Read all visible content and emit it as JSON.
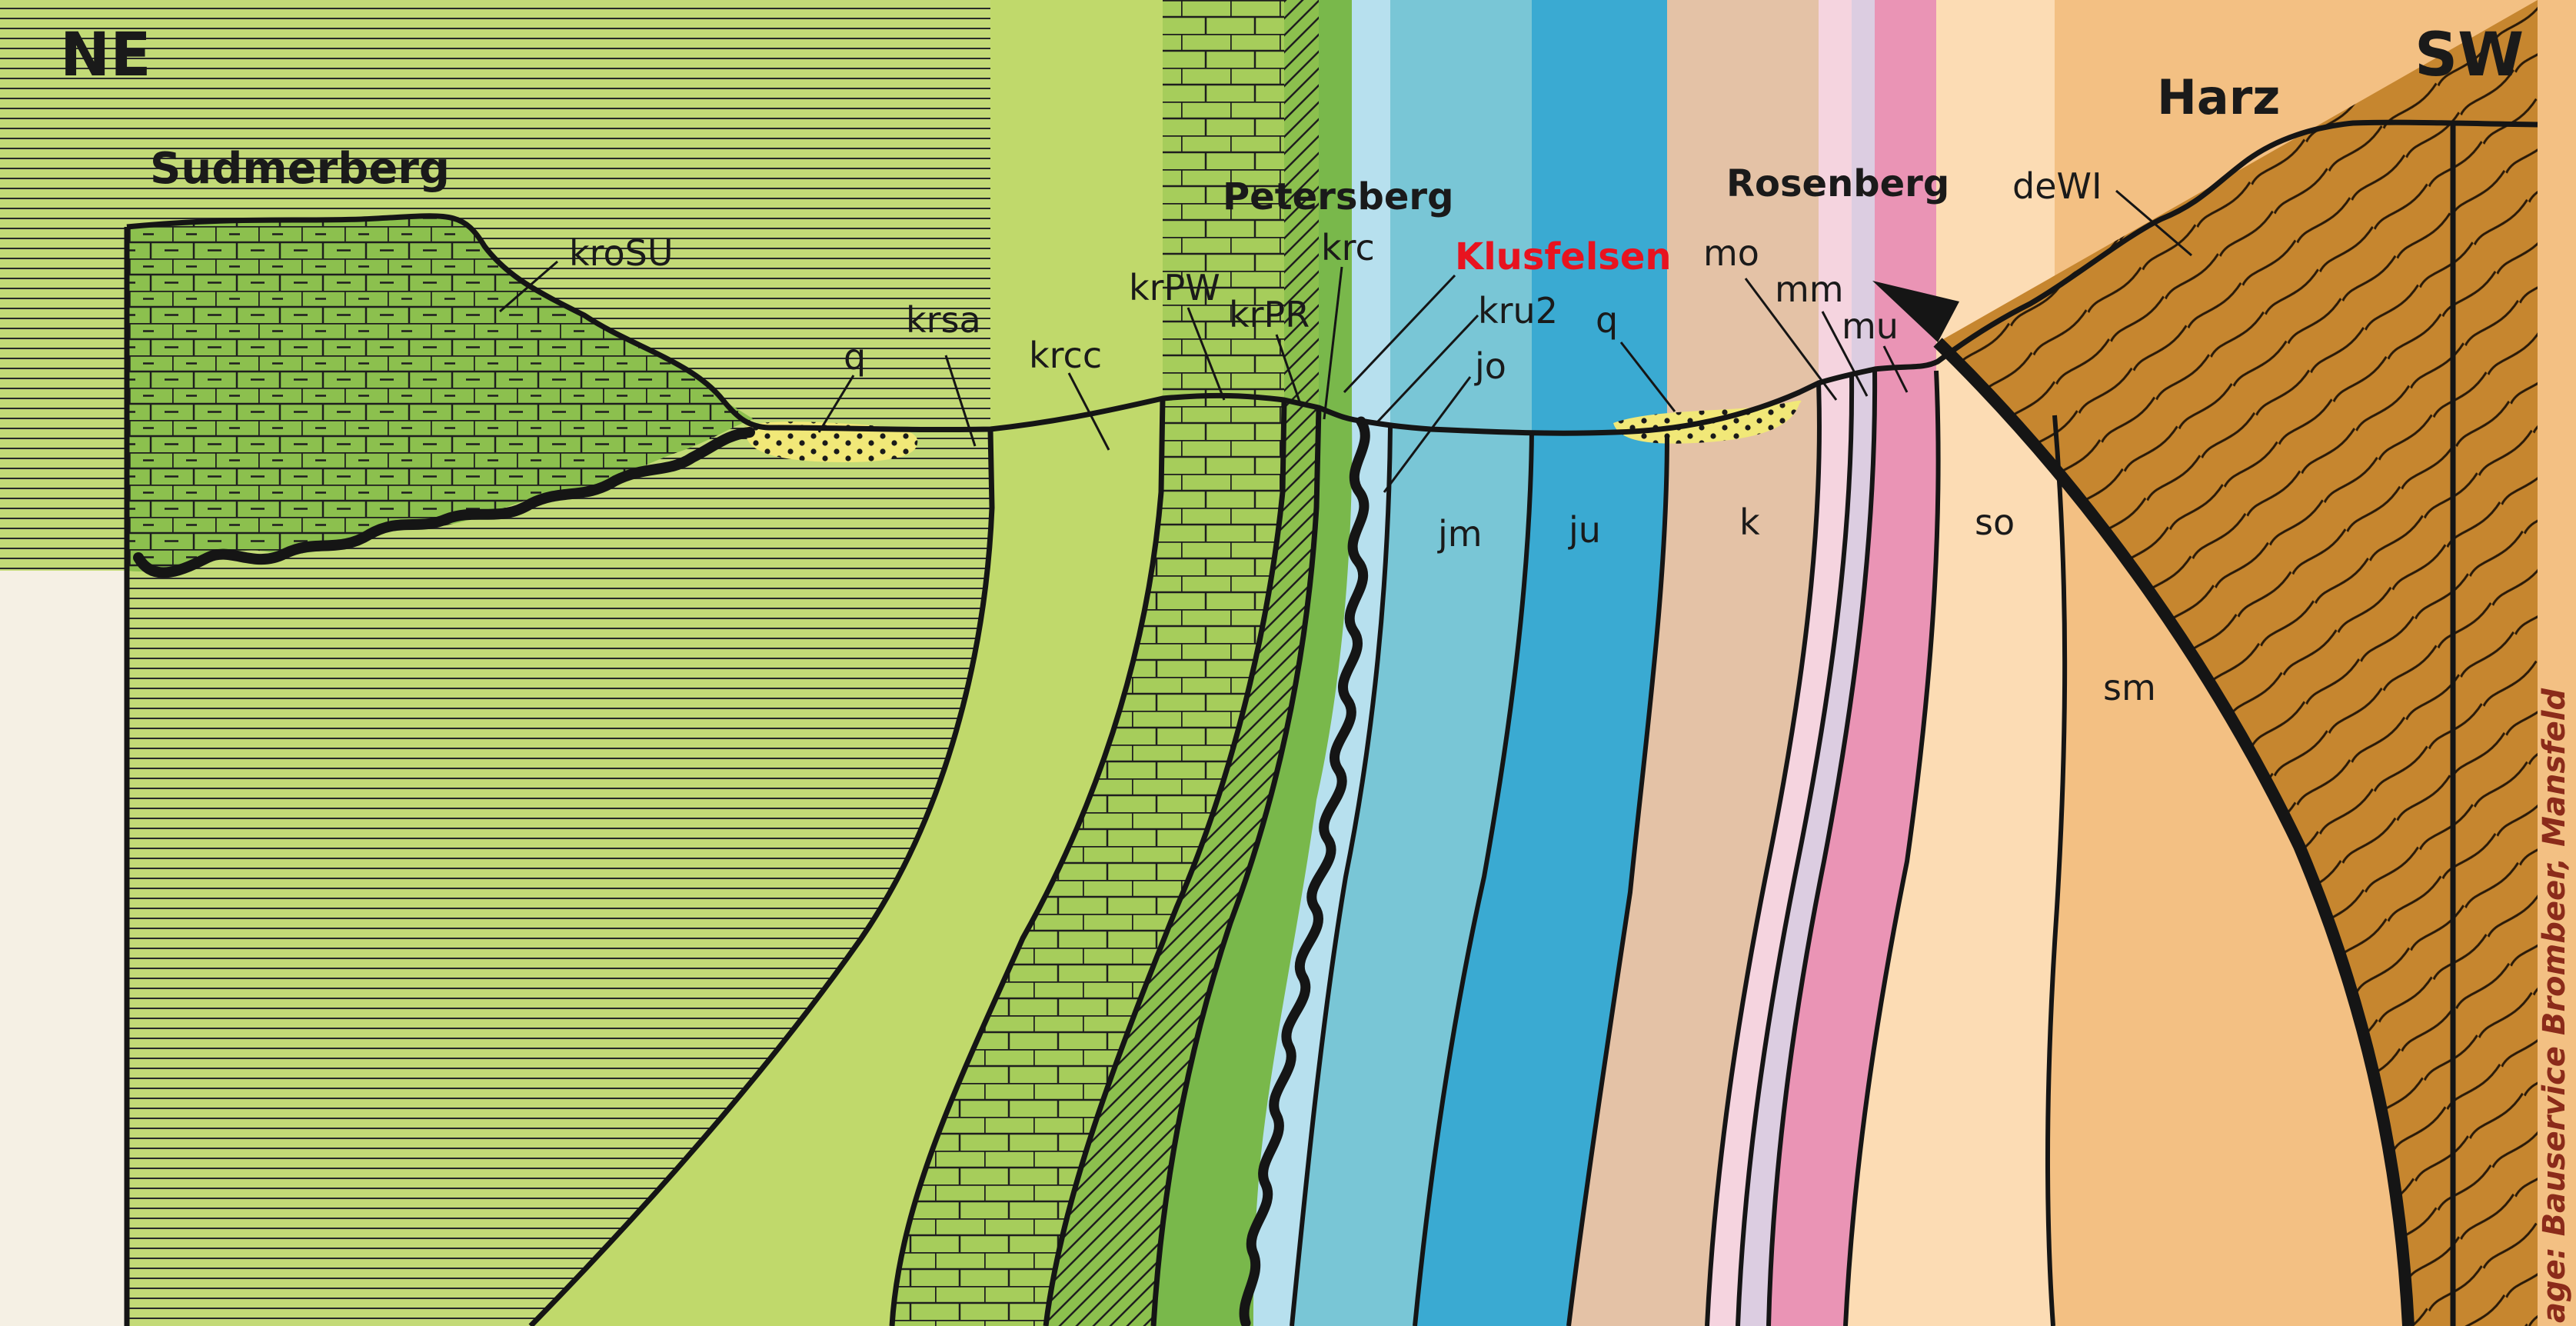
{
  "directions": {
    "left": "NE",
    "right": "SW"
  },
  "places": {
    "sudmerberg": "Sudmerberg",
    "petersberg": "Petersberg",
    "rosenberg": "Rosenberg",
    "harz": "Harz"
  },
  "highlight": "Klusfelsen",
  "units": {
    "kroSU": "kroSU",
    "q_left": "q",
    "krsa": "krsa",
    "krcc": "krcc",
    "krPW": "krPW",
    "krPR": "krPR",
    "krc": "krc",
    "kru2": "kru2",
    "jo": "jo",
    "q_right": "q",
    "jm": "jm",
    "ju": "ju",
    "k": "k",
    "mo": "mo",
    "mm": "mm",
    "mu": "mu",
    "so": "so",
    "sm": "sm",
    "deWI": "deWI"
  },
  "credit": "age: Bauservice Brombeer, Mansfeld",
  "colors": {
    "background": "#f5f0e4",
    "kroSU": "#8cc04e",
    "krsa_hatch": "#c3da77",
    "krsa": "#c0d96b",
    "krcc": "#a6cd5b",
    "krPW": "#8cc04e",
    "krPR": "#79b84b",
    "jo": "#b7e0ee",
    "jm": "#79c6d6",
    "ju": "#3aaad2",
    "k": "#e4c2a6",
    "mo": "#f5d4df",
    "mm": "#dccde1",
    "mu": "#ea94b5",
    "so": "#fcdcb4",
    "sm": "#f3c083",
    "deWI": "#c6862f",
    "quaternary": "#f1e878",
    "klusfelsen_label": "#e8131f"
  }
}
